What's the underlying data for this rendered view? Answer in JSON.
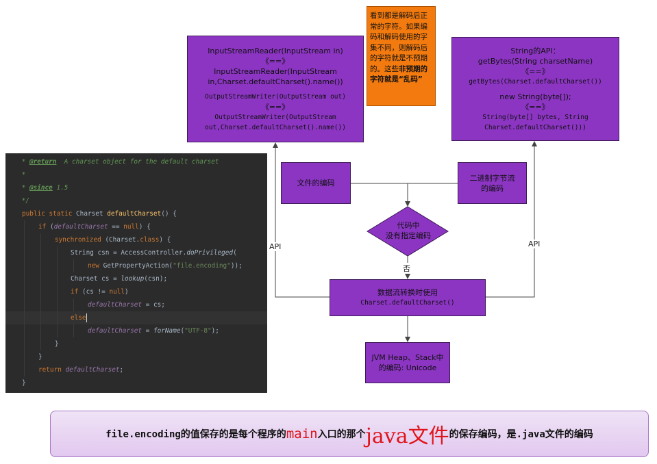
{
  "left_api_box": {
    "line1": "InputStreamReader(InputStream in)",
    "line2": "《==》",
    "line3": "InputStreamReader(InputStream",
    "line4": "in,Charset.defaultCharset().name())",
    "line5": "OutputStreamWriter(OutputStream out)",
    "line6": "《==》",
    "line7": "OutputStreamWriter(OutputStream",
    "line8": "out,Charset.defaultCharset().name())"
  },
  "note": {
    "text": "看到都是解码后正常的字符。如果编码和解码使用的字集不同，则解码后的字符就是不预期的。这些",
    "strong": "非预期的字符就是“乱码”"
  },
  "right_api_box": {
    "line1": "String的API：",
    "line2": "getBytes(String charsetName)",
    "line3": "《==》",
    "line4": "getBytes(Charset.defaultCharset())",
    "line5": "new String(byte[]);",
    "line6": "《==》",
    "line7": "String(byte[] bytes, String",
    "line8": "Charset.defaultCharset()))"
  },
  "flow": {
    "file_encoding": "文件的编码",
    "binary_stream_line1": "二进制字节流",
    "binary_stream_line2": "的编码",
    "decision_line1": "代码中",
    "decision_line2": "没有指定编码",
    "no_label": "否",
    "api_left": "API",
    "api_right": "API",
    "convert_line1": "数据流转换时使用",
    "convert_line2": "Charset.defaultCharset()",
    "jvm_line1": "JVM Heap、Stack中",
    "jvm_line2": "的编码: Unicode"
  },
  "code": {
    "l1_star": " * ",
    "l1_tag": "@return",
    "l1_text": "  A charset object for the default charset",
    "l2": " *",
    "l3_star": " * ",
    "l3_tag": "@since",
    "l3_text": " 1.5",
    "l4": " */",
    "l5_kw": "public static ",
    "l5_type": "Charset ",
    "l5_fn": "defaultCharset",
    "l5_rest": "() {",
    "l6_kw": "if ",
    "l6_a": "(",
    "l6_field": "defaultCharset",
    "l6_b": " == ",
    "l6_null": "null",
    "l6_c": ") {",
    "l7_kw": "synchronized ",
    "l7_a": "(Charset.",
    "l7_class": "class",
    "l7_b": ") {",
    "l8_a": "String csn = AccessController.",
    "l8_fn": "doPrivileged",
    "l8_b": "(",
    "l9_kw": "new ",
    "l9_a": "GetPropertyAction(",
    "l9_str": "\"file.encoding\"",
    "l9_b": "));",
    "l10_a": "Charset cs = ",
    "l10_fn": "lookup",
    "l10_b": "(csn);",
    "l11_kw": "if ",
    "l11_a": "(cs != ",
    "l11_null": "null",
    "l11_b": ")",
    "l12_field": "defaultCharset",
    "l12_a": " = cs;",
    "l13_kw": "else",
    "l14_field": "defaultCharset",
    "l14_a": " = ",
    "l14_fn": "forName",
    "l14_b": "(",
    "l14_str": "\"UTF-8\"",
    "l14_c": ");",
    "l15": "}",
    "l16": "}",
    "l17_kw": "return ",
    "l17_field": "defaultCharset",
    "l17_a": ";",
    "l18": "}"
  },
  "banner": {
    "part1": "file.encoding的值保存的是每个程序的",
    "main": "main",
    "part2": "入口的那个",
    "java_file": "java文件",
    "part3": "的保存编码，是.java文件的编码"
  }
}
